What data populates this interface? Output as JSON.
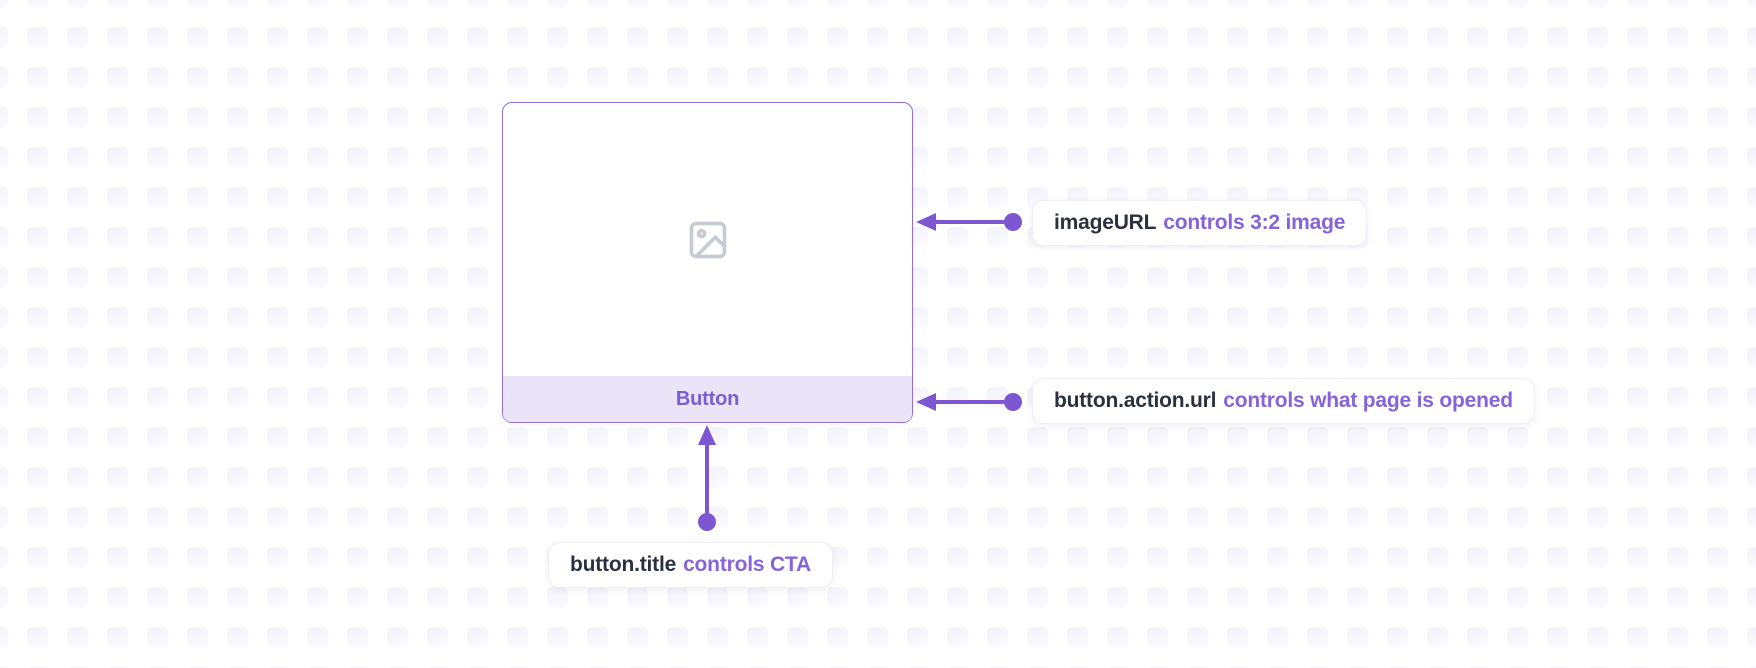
{
  "card": {
    "button_label": "Button",
    "image_placeholder": "image-icon"
  },
  "annotations": [
    {
      "field": "imageURL",
      "description": "controls 3:2 image"
    },
    {
      "field": "button.action.url",
      "description": "controls what page is opened"
    },
    {
      "field": "button.title",
      "description": "controls CTA"
    }
  ],
  "colors": {
    "arrow_purple": "#7d57d1",
    "text_dark": "#2a3240",
    "text_purple": "#8564db",
    "card_border": "#8f6fd3",
    "card_footer_bg": "#e9e4f8",
    "button_text": "#7a5ed6",
    "grid_square": "#f5f4fb",
    "icon_gray": "#c7cbd4"
  }
}
